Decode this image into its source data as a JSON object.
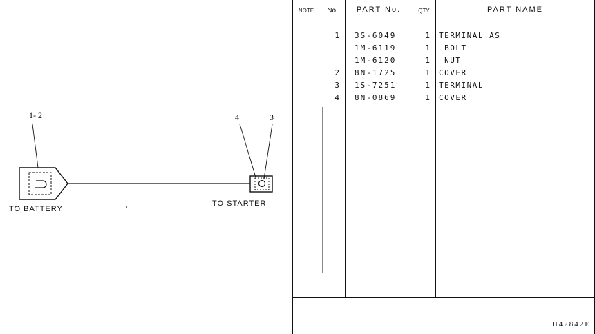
{
  "diagram": {
    "callout_battery": "1- 2",
    "callout_four": "4",
    "callout_three": "3",
    "label_battery": "TO BATTERY",
    "label_starter": "TO STARTER"
  },
  "table": {
    "headers": {
      "note": "NOTE",
      "no": "No.",
      "part_no": "PART No.",
      "qty": "QTY",
      "part_name": "PART NAME"
    },
    "rows": [
      {
        "no": "1",
        "part_no": "3S-6049",
        "qty": "1",
        "name": "TERMINAL AS"
      },
      {
        "no": "",
        "part_no": "1M-6119",
        "qty": "1",
        "name": " BOLT"
      },
      {
        "no": "",
        "part_no": "1M-6120",
        "qty": "1",
        "name": " NUT"
      },
      {
        "no": "2",
        "part_no": "8N-1725",
        "qty": "1",
        "name": "COVER"
      },
      {
        "no": "3",
        "part_no": "1S-7251",
        "qty": "1",
        "name": "TERMINAL"
      },
      {
        "no": "4",
        "part_no": "8N-0869",
        "qty": "1",
        "name": "COVER"
      }
    ],
    "drawing_code": "H42842E"
  }
}
